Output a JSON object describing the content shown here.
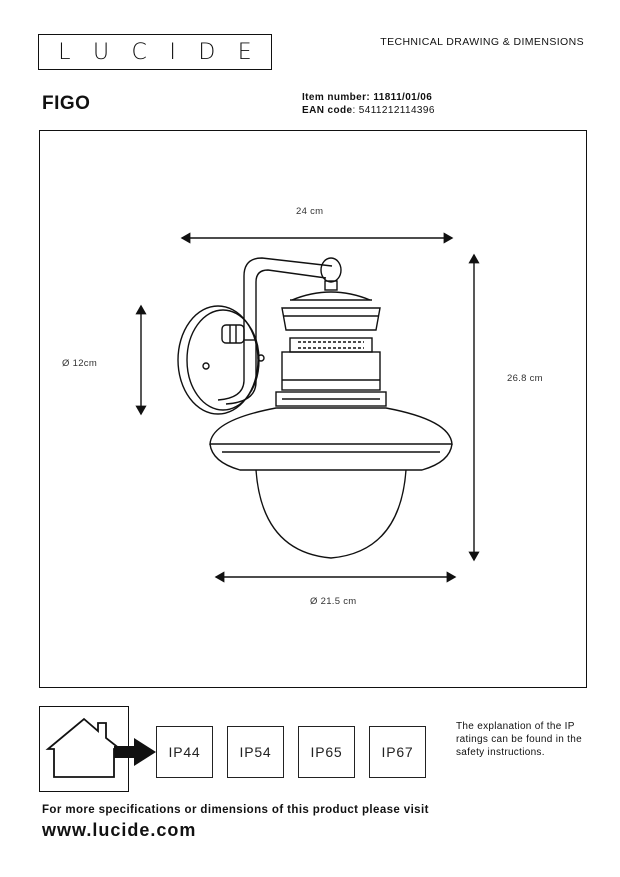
{
  "header": {
    "logo_letters": [
      "L",
      "U",
      "C",
      "I",
      "D",
      "E"
    ],
    "doc_type": "TECHNICAL DRAWING & DIMENSIONS"
  },
  "product": {
    "name": "FIGO",
    "item_label": "Item number:",
    "item_value": "11811/01/06",
    "ean_label": "EAN code",
    "ean_value": ": 5411212114396"
  },
  "dimensions": {
    "width_top": "24 cm",
    "height": "26.8 cm",
    "base_diameter": "Ø 12cm",
    "shade_diameter": "Ø 21.5 cm"
  },
  "ip_ratings": [
    "IP44",
    "IP54",
    "IP65",
    "IP67"
  ],
  "ip_explanation": "The explanation of the IP ratings can be found in the safety instructions.",
  "footer": {
    "spec_line": "For more specifications or dimensions of this product please visit",
    "website": "www.lucide.com"
  },
  "colors": {
    "line": "#111111"
  }
}
